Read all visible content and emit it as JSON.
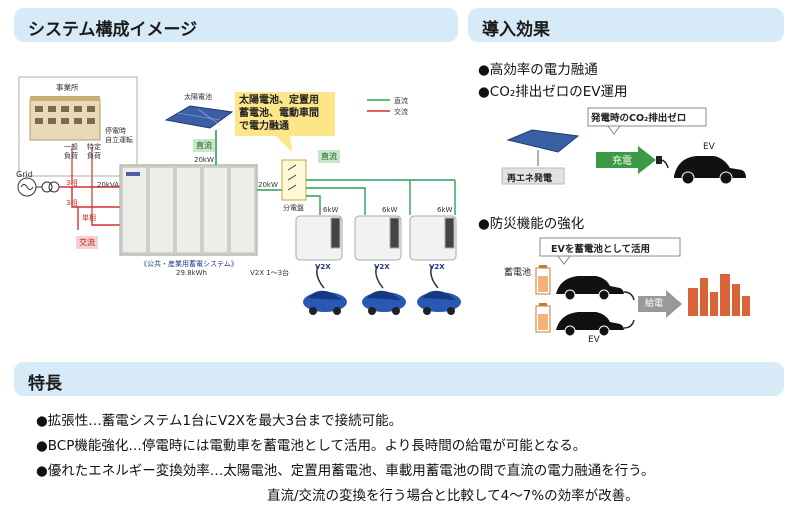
{
  "sections": {
    "system": "システム構成イメージ",
    "effects": "導入効果",
    "features": "特長"
  },
  "diagram": {
    "office": "事業所",
    "general_load": "一般\n負荷",
    "specific_load": "特定\n負荷",
    "outage_note": "停電時\n自立運転",
    "grid": "Grid",
    "phase3a": "3相",
    "phase3b": "3相",
    "single_phase": "単相",
    "ac_tag": "交流",
    "kva": "20kVA",
    "solar": "太陽電池",
    "kw_solar": "20kW",
    "dc_tag_solar": "直流",
    "dc_tag_mid": "直流",
    "kw_mid": "20kW",
    "callout": "太陽電池、定置用\n蓄電池、電動車間\nで電力融通",
    "legend_dc": "直流",
    "legend_ac": "交流",
    "distribution": "分電盤",
    "kw6a": "6kW",
    "kw6b": "6kW",
    "kw6c": "6kW",
    "v2x_a": "V2X",
    "v2x_b": "V2X",
    "v2x_c": "V2X",
    "v2x_count": "V2X 1～3台",
    "storage_name": "《公共・産業用蓄電システム》",
    "storage_kwh": "29.8kWh"
  },
  "effects": {
    "item1": "●高効率の電力融通",
    "item2": "●CO₂排出ゼロのEV運用",
    "callout1": "発電時のCO₂排出ゼロ",
    "renewable": "再エネ発電",
    "charge": "充電",
    "ev1": "EV",
    "item3": "●防災機能の強化",
    "callout2": "EVを蓄電池として活用",
    "battery": "蓄電池",
    "supply": "給電",
    "ev2": "EV"
  },
  "features": {
    "line1": "●拡張性…蓄電システム1台にV2Xを最大3台まで接続可能。",
    "line2": "●BCP機能強化…停電時には電動車を蓄電池として活用。より長時間の給電が可能となる。",
    "line3": "●優れたエネルギー変換効率…太陽電池、定置用蓄電池、車載用蓄電池の間で直流の電力融通を行う。",
    "line4": "直流/交流の変換を行う場合と比較して4～7%の効率が改善。"
  },
  "colors": {
    "header_bg": "#d6eaf7",
    "dc_line": "#2e9e5b",
    "ac_line": "#d32f2f",
    "callout_bg": "#fde58a",
    "arrow_green": "#3c9a44"
  }
}
